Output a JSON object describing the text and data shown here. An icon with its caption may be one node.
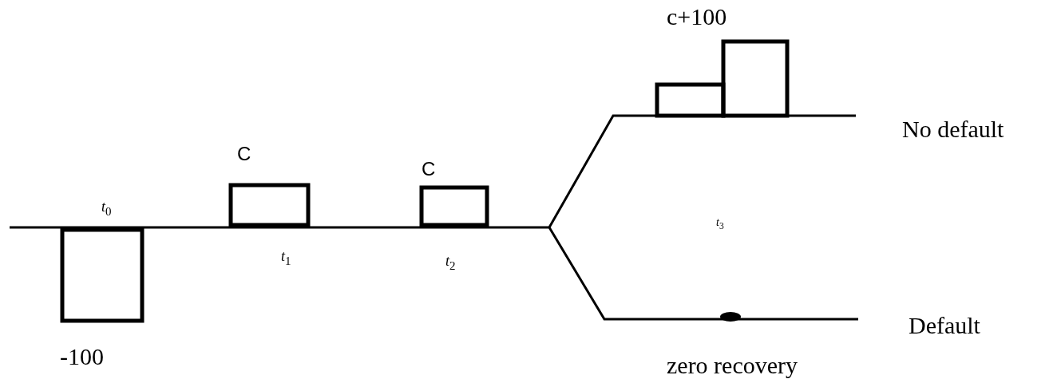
{
  "diagram": {
    "labels": [
      "c+100",
      "No default",
      "C",
      "C",
      "*t*$_{0}$",
      "*t*$_{3}$",
      "*t*$_{1}$",
      "*t*$_{2}$",
      "Default",
      "-100",
      "zero recovery"
    ]
  }
}
